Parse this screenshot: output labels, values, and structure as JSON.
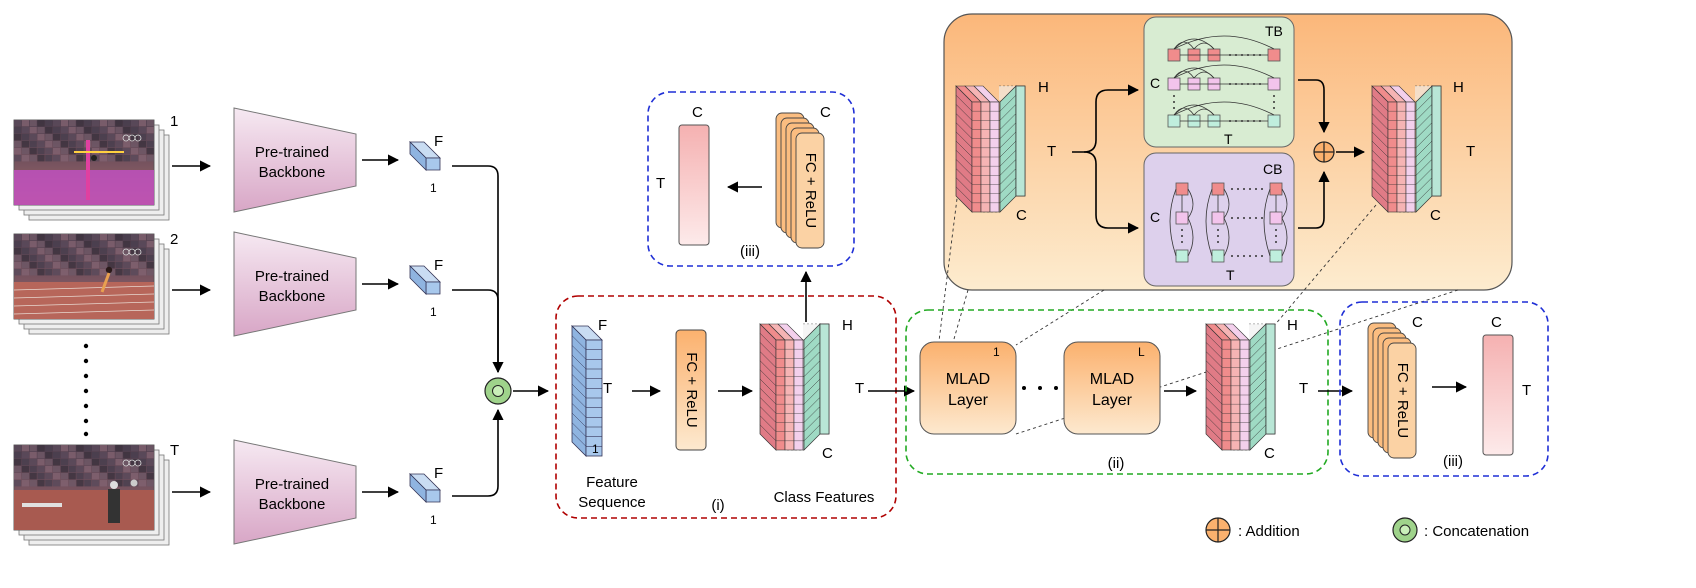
{
  "frames": [
    {
      "index_label": "1",
      "scene": "high-jump"
    },
    {
      "index_label": "2",
      "scene": "sprint"
    },
    {
      "index_label": "T",
      "scene": "hurdles"
    }
  ],
  "backbone_label": [
    "Pre-trained",
    "Backbone"
  ],
  "feature_dims": {
    "F": "F",
    "one": "1",
    "T": "T",
    "C": "C",
    "H": "H",
    "L": "L"
  },
  "fc_relu_label": "FC + ReLU",
  "feature_sequence_label": [
    "Feature",
    "Sequence"
  ],
  "class_features_label": "Class Features",
  "mlad_layer_label": [
    "MLAD",
    "Layer"
  ],
  "mlad_layer_indices": [
    "1",
    "L"
  ],
  "section_labels": {
    "i": "(i)",
    "ii": "(ii)",
    "iii": "(iii)"
  },
  "block_labels": {
    "tb": "TB",
    "cb": "CB"
  },
  "legend": {
    "addition": ": Addition",
    "concatenation": ": Concatenation"
  },
  "colors": {
    "red_box": "#b00000",
    "green_box": "#22aa22",
    "blue_box": "#1f2fd6",
    "orange_fill": "#fbb77a",
    "tb_fill": "#d8ecd2",
    "cb_fill": "#ddd0ec",
    "feature_blue": "#a8c8ec",
    "pink": "#f4a6a6",
    "teal": "#b9e6d6"
  }
}
